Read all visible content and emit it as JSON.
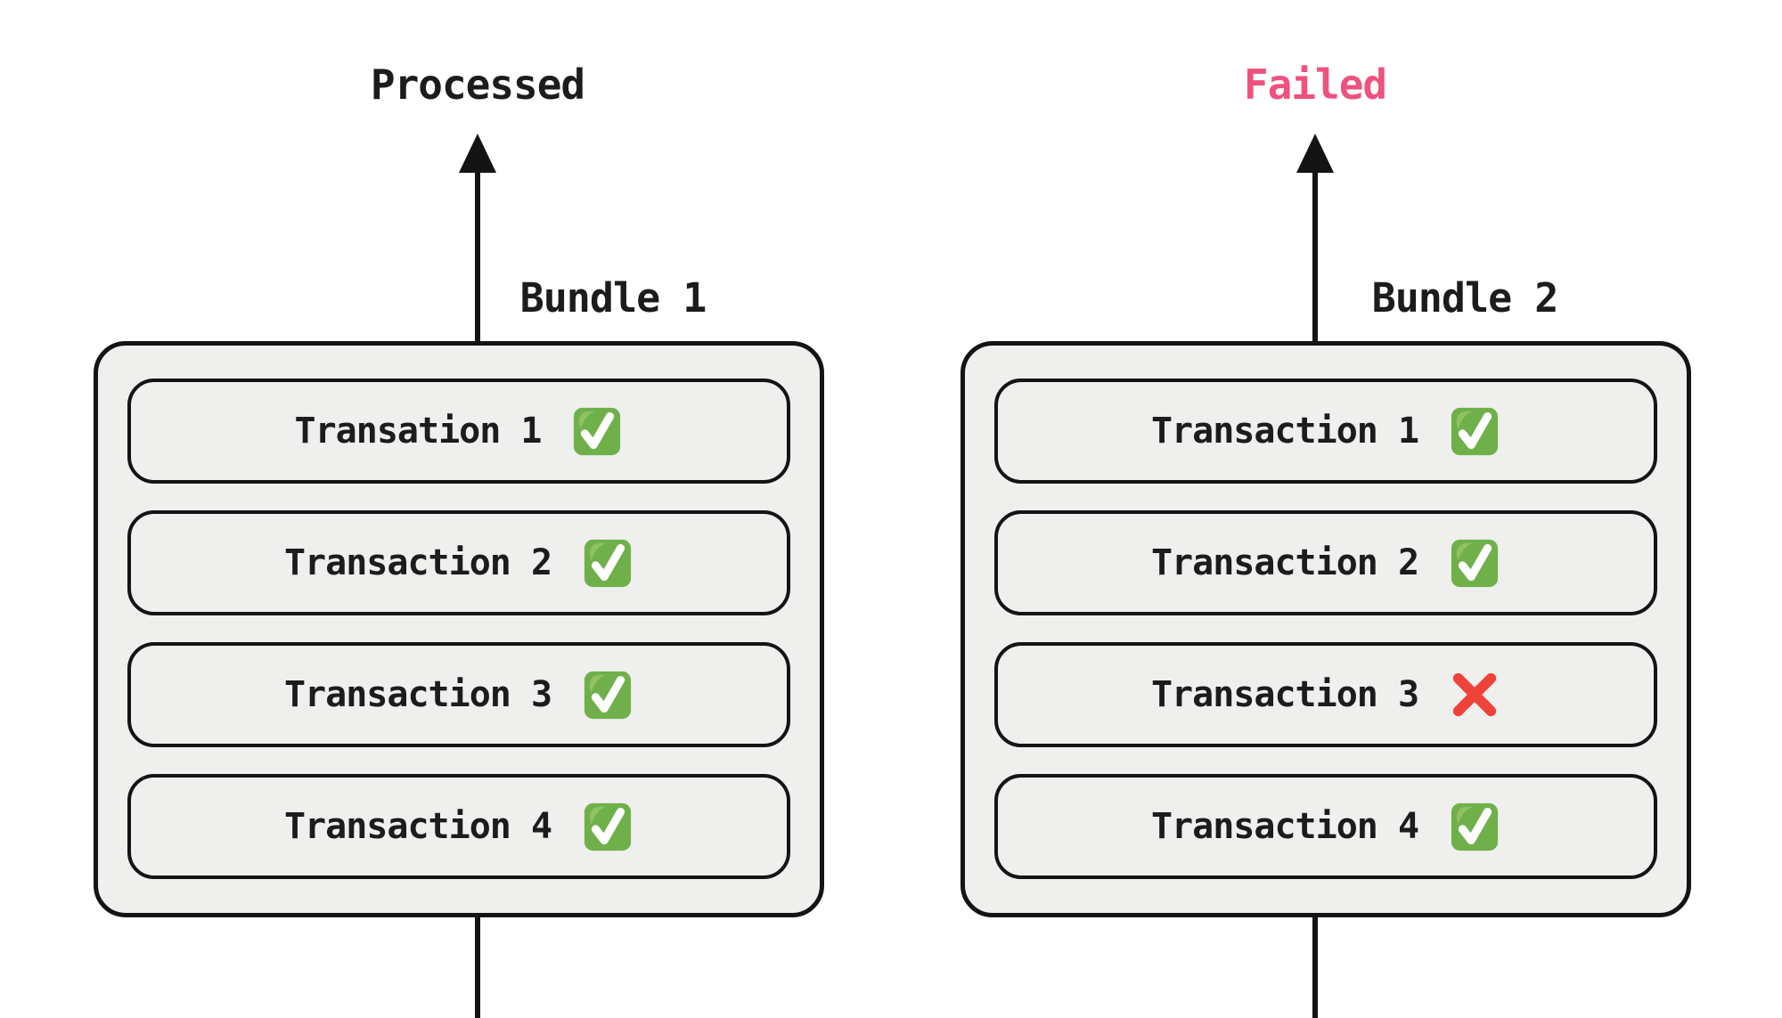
{
  "colors": {
    "processed_text": "#1c1c1c",
    "failed_text": "#ee527e",
    "check_green": "#6fb04a",
    "check_green_highlight": "#93c463",
    "check_mark_white": "#ffffff",
    "cross_red": "#ef4339",
    "box_fill": "#efefed",
    "line_black": "#141414"
  },
  "bundles": [
    {
      "title": "Bundle 1",
      "outcome_label": "Processed",
      "rows": [
        {
          "label": "Transation 1",
          "status": "success"
        },
        {
          "label": "Transaction 2",
          "status": "success"
        },
        {
          "label": "Transaction 3",
          "status": "success"
        },
        {
          "label": "Transaction 4",
          "status": "success"
        }
      ]
    },
    {
      "title": "Bundle 2",
      "outcome_label": "Failed",
      "rows": [
        {
          "label": "Transaction 1",
          "status": "success"
        },
        {
          "label": "Transaction 2",
          "status": "success"
        },
        {
          "label": "Transaction 3",
          "status": "failure"
        },
        {
          "label": "Transaction 4",
          "status": "success"
        }
      ]
    }
  ]
}
